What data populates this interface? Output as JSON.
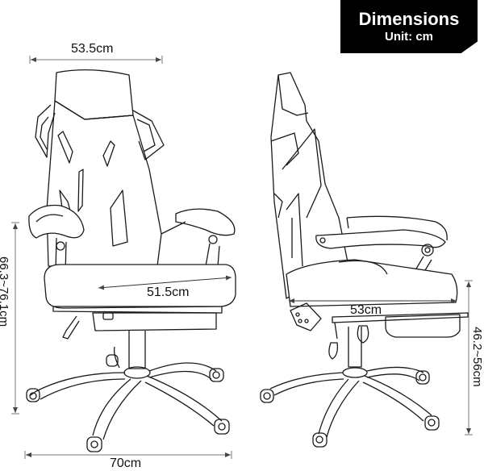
{
  "badge": {
    "title": "Dimensions",
    "unit": "Unit: cm",
    "background": "#000000",
    "text_color": "#ffffff"
  },
  "front_view": {
    "width_top": "53.5cm",
    "seat_width": "51.5cm",
    "height_range": "66.3~76.1cm",
    "base_width": "70cm"
  },
  "side_view": {
    "seat_depth": "53cm",
    "seat_height_range": "46.2~56cm"
  },
  "colors": {
    "line": "#1a1a1a",
    "dimension_line": "#777777",
    "background": "#ffffff"
  }
}
